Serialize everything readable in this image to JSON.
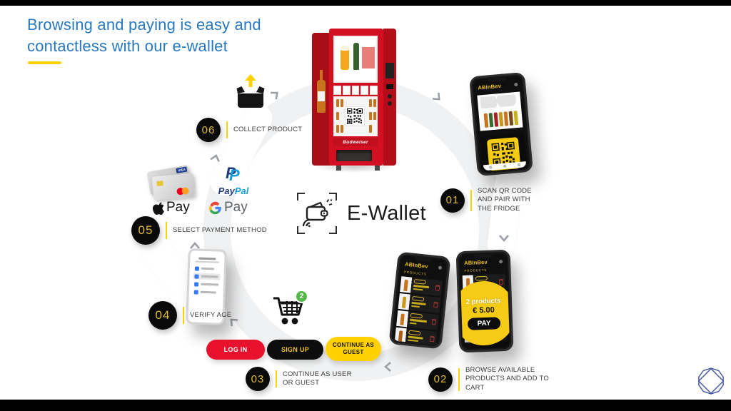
{
  "title": {
    "line1": "Browsing and paying is easy and",
    "line2": "contactless with our e-wallet"
  },
  "center": {
    "label": "E-Wallet"
  },
  "steps": [
    {
      "number": "01",
      "label": "SCAN QR CODE AND PAIR WITH THE FRIDGE"
    },
    {
      "number": "02",
      "label": "BROWSE AVAILABLE PRODUCTS AND ADD TO CART"
    },
    {
      "number": "03",
      "label": "CONTINUE AS USER OR GUEST"
    },
    {
      "number": "04",
      "label": "VERIFY AGE"
    },
    {
      "number": "05",
      "label": "SELECT PAYMENT METHOD"
    },
    {
      "number": "06",
      "label": "COLLECT PRODUCT"
    }
  ],
  "auth_buttons": {
    "login": "LOG IN",
    "signup": "SIGN UP",
    "guest": "CONTINUE AS GUEST"
  },
  "cart": {
    "badge_count": "2"
  },
  "phone_app": {
    "brand": "ABInBev",
    "products_header": "PRODUCTS",
    "cart_count": "2 products",
    "cart_total": "€ 5.00",
    "pay": "PAY"
  },
  "machine": {
    "brand": "Budweiser"
  },
  "payments": {
    "visa": "VISA",
    "paypal_part1": "Pay",
    "paypal_part2": "Pal",
    "apple_pay_text": "Pay",
    "google_pay_text": "Pay"
  },
  "colors": {
    "title_blue": "#2878BE",
    "accent_yellow": "#FFD100",
    "brand_red": "#E8112D",
    "machine_red": "#D21021",
    "badge_black": "#0A0A0A",
    "badge_number_yellow": "#E2BC2B",
    "cart_badge_green": "#55B948",
    "ring_gray": "#F0F1F2",
    "paypal_dark": "#253B80",
    "paypal_light": "#179BD7"
  }
}
